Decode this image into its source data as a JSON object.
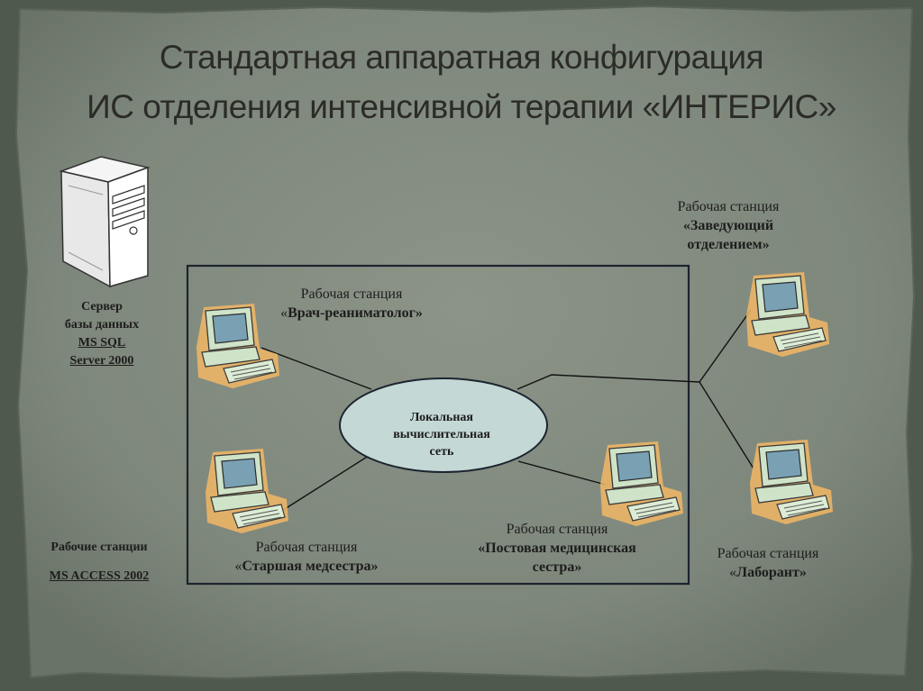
{
  "title": {
    "line1": "Стандартная аппаратная конфигурация",
    "line2": "ИС отделения интенсивной терапии «ИНТЕРИС»"
  },
  "server": {
    "line1": "Сервер",
    "line2": "базы данных",
    "line3": "MS SQL",
    "line4": "Server 2000"
  },
  "workstations_note": {
    "line1": "Рабочие станции",
    "line2": "MS ACCESS 2002"
  },
  "lan": {
    "line1": "Локальная",
    "line2": "вычислительная",
    "line3": "сеть"
  },
  "stations": {
    "doctor": {
      "caption": "Рабочая станция",
      "open": "«",
      "name": "Врач-реаниматолог»"
    },
    "head_nurse": {
      "caption": "Рабочая станция",
      "open": "«",
      "name": "Старшая медсестра»"
    },
    "ward_nurse": {
      "caption": "Рабочая станция",
      "name_line1": "«Постовая медицинская",
      "name_line2": "сестра»"
    },
    "head": {
      "caption": "Рабочая станция",
      "name_line1": "«Заведующий",
      "name_line2": "отделением»"
    },
    "lab": {
      "caption": "Рабочая станция",
      "open": "«",
      "name": "Лаборант»"
    }
  },
  "colors": {
    "background": "#4f5a4c",
    "paper": "#7c857a",
    "ellipse_fill": "#c4d8d6",
    "frame": "#1c2430",
    "monitor_outline": "#f0b060"
  }
}
